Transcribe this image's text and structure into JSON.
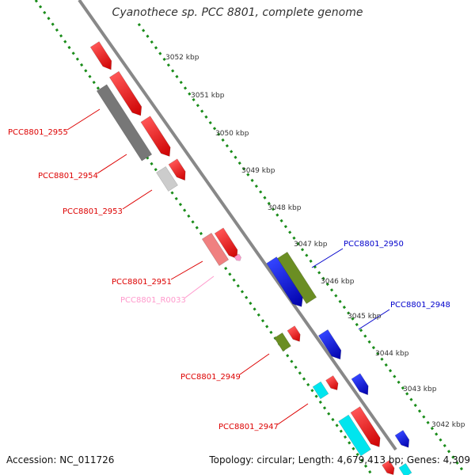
{
  "title": "Cyanothece sp. PCC 8801, complete genome",
  "accession": "Accession: NC_011726",
  "topology": "Topology: circular; Length: 4,679,413 bp; Genes: 4,309",
  "ticks": [
    "3052 kbp",
    "3051 kbp",
    "3050 kbp",
    "3049 kbp",
    "3048 kbp",
    "3047 kbp",
    "3046 kbp",
    "3045 kbp",
    "3044 kbp",
    "3043 kbp",
    "3042 kbp"
  ],
  "labels": [
    {
      "text": "PCC8801_2955",
      "color": "#dd0000"
    },
    {
      "text": "PCC8801_2954",
      "color": "#dd0000"
    },
    {
      "text": "PCC8801_2953",
      "color": "#dd0000"
    },
    {
      "text": "PCC8801_2951",
      "color": "#dd0000"
    },
    {
      "text": "PCC8801_R0033",
      "color": "#ff99cc"
    },
    {
      "text": "PCC8801_2949",
      "color": "#dd0000"
    },
    {
      "text": "PCC8801_2947",
      "color": "#dd0000"
    },
    {
      "text": "PCC8801_2950",
      "color": "#0000cc"
    },
    {
      "text": "PCC8801_2948",
      "color": "#0000cc"
    }
  ],
  "colors": {
    "backbone": "#888888",
    "dots": "#1a8c1a",
    "cds_red": "#ee0000",
    "gray": "#777777",
    "light_gray": "#cccccc",
    "pink": "#f08080",
    "blue": "#1010dd",
    "olive": "#6b8e23",
    "cyan": "#00e5ee"
  }
}
